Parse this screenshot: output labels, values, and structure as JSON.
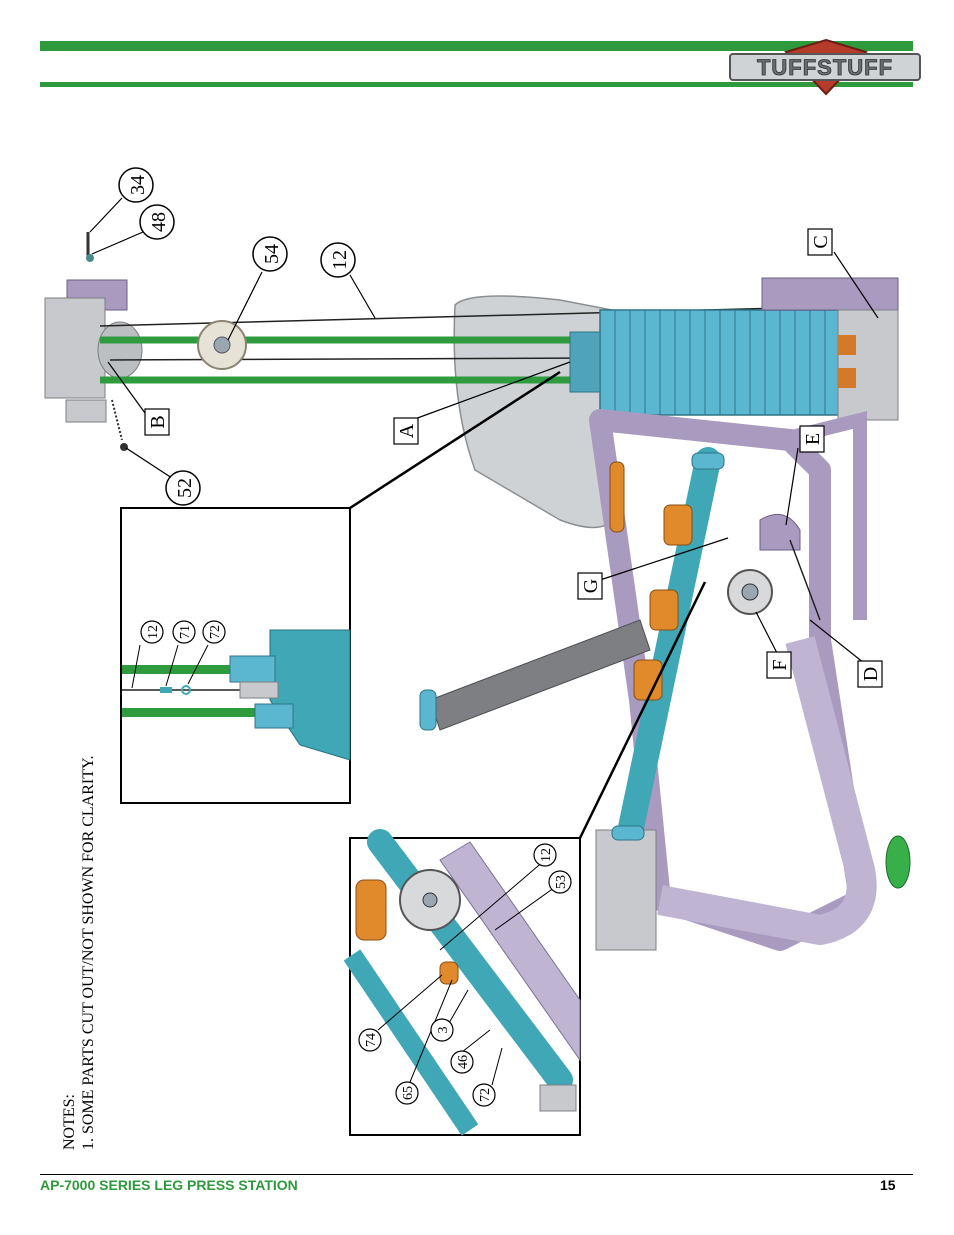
{
  "brand": {
    "logo_text": "TUFFSTUFF"
  },
  "footer": {
    "title": "AP-7000 SERIES LEG PRESS STATION",
    "page_number": "15"
  },
  "notes": {
    "heading": "NOTES:",
    "items": [
      "1. SOME PARTS CUT OUT/NOT SHOWN FOR CLARITY."
    ]
  },
  "callouts": {
    "c34": "34",
    "c48": "48",
    "c54": "54",
    "c12": "12",
    "c52": "52",
    "B": "B",
    "A": "A",
    "C": "C",
    "E": "E",
    "G": "G",
    "F": "F",
    "D": "D"
  },
  "detail_left": {
    "c12": "12",
    "c71": "71",
    "c72": "72"
  },
  "detail_right": {
    "c12": "12",
    "c53": "53",
    "c74": "74",
    "c3": "3",
    "c46": "46",
    "c65": "65",
    "c72": "72"
  },
  "colors": {
    "brand_green": "#2f9a3c",
    "cable_green": "#2e9b3e",
    "stack_blue": "#5bb6cf",
    "frame_purple": "#a99bc0",
    "frame_teal": "#3fa7b5"
  }
}
